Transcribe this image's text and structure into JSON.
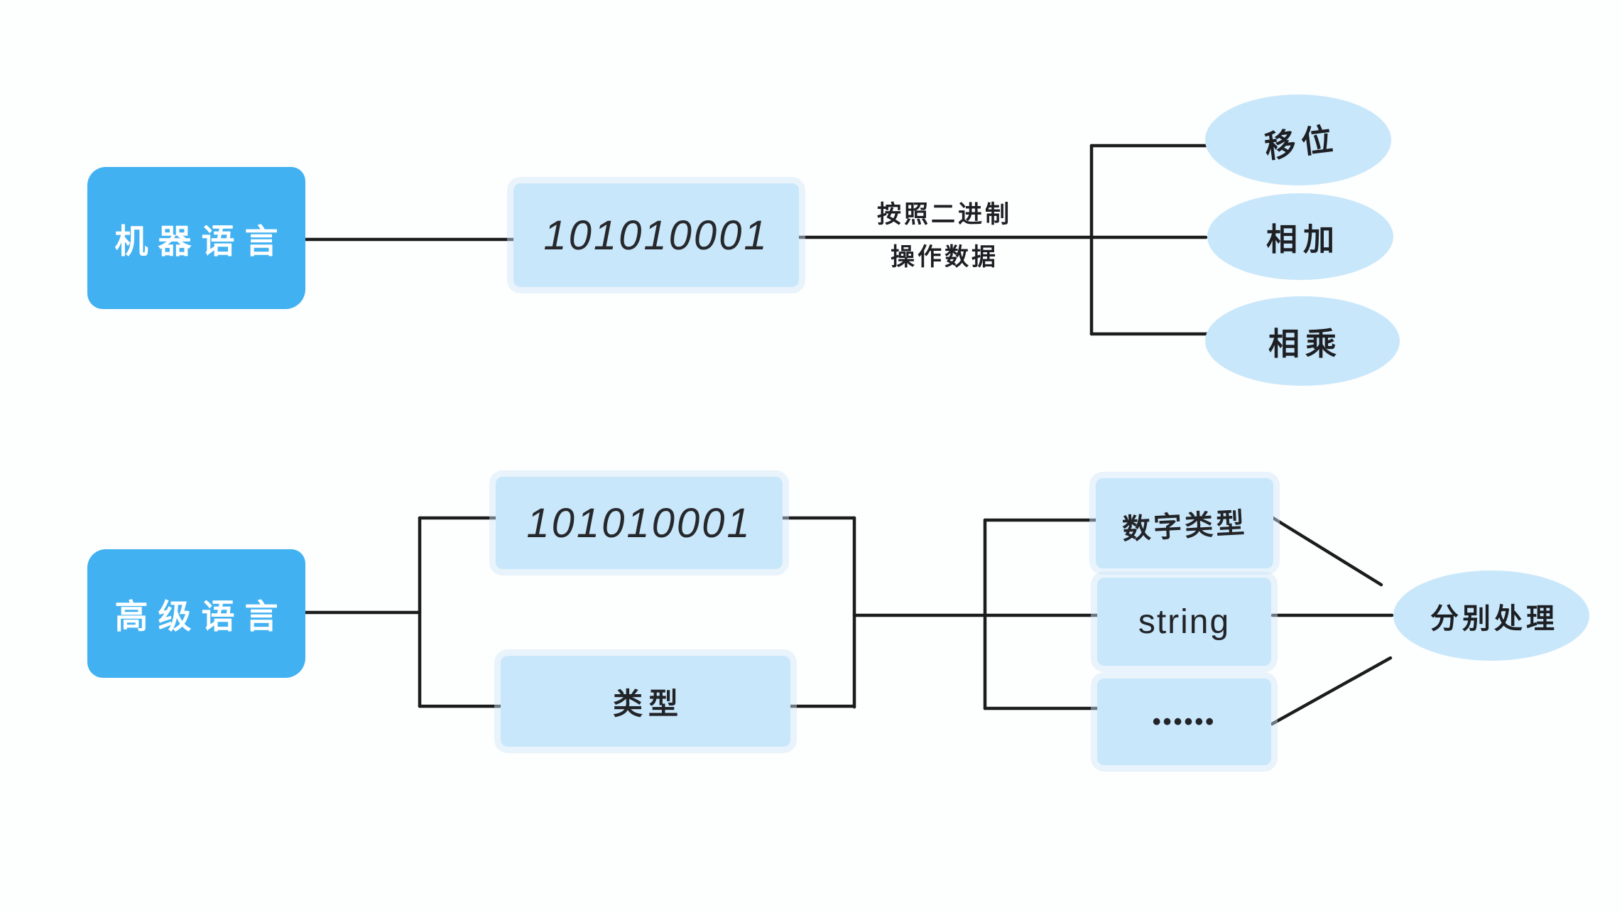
{
  "colors": {
    "solid_blue": "#41b1f1",
    "light_blue": "#c9e7fb",
    "line": "#1c1c1c",
    "text_dark": "#1d1f23",
    "text_white": "#ffffff"
  },
  "top_flow": {
    "source": {
      "label": "机器语言"
    },
    "binary": {
      "label": "101010001"
    },
    "edge_label": {
      "line1": "按照二进制",
      "line2": "操作数据"
    },
    "operations": [
      {
        "label": "移位"
      },
      {
        "label": "相加"
      },
      {
        "label": "相乘"
      }
    ]
  },
  "bottom_flow": {
    "source": {
      "label": "高级语言"
    },
    "binary": {
      "label": "101010001"
    },
    "type": {
      "label": "类型"
    },
    "types": [
      {
        "label": "数字类型"
      },
      {
        "label": "string"
      },
      {
        "label": "••••••"
      }
    ],
    "result": {
      "label": "分别处理"
    }
  }
}
